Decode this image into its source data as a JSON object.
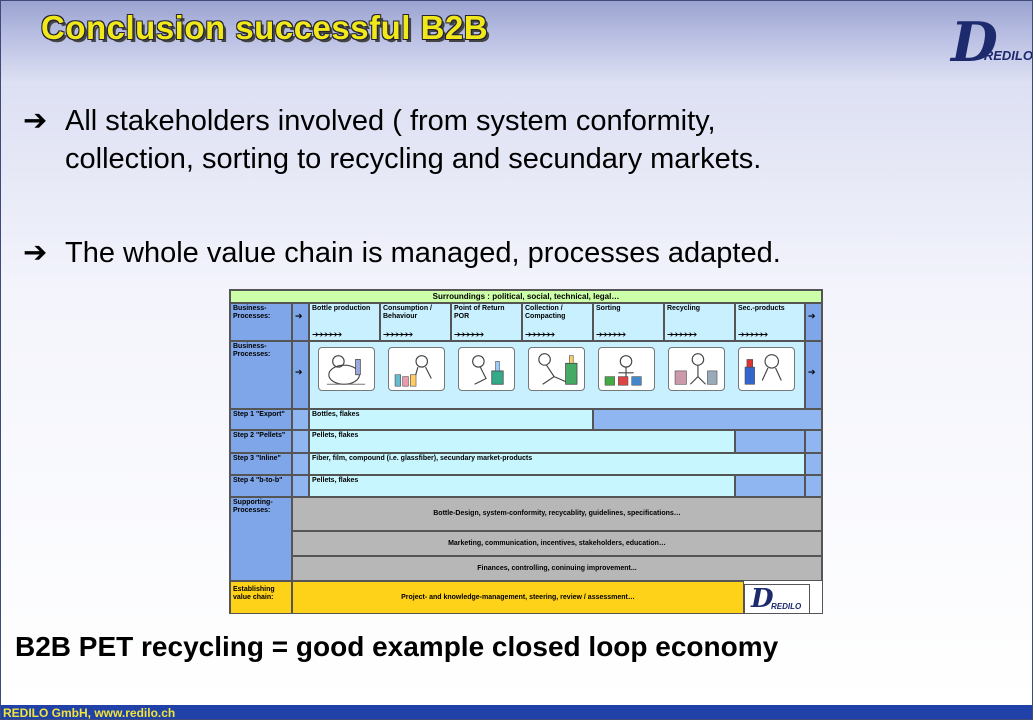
{
  "slide": {
    "title": "Conclusion successful B2B",
    "logo": {
      "mark": "D",
      "text": "REDILO"
    },
    "bullets": [
      {
        "line1": "All stakeholders involved ( from system conformity,",
        "line2": "collection, sorting to recycling and secundary markets."
      },
      {
        "line1": "The whole value chain is managed, processes adapted."
      }
    ],
    "arrow_glyph": "➔",
    "conclusion": "B2B PET recycling = good example closed loop economy",
    "footer": "REDILO GmbH, www.redilo.ch"
  },
  "diagram": {
    "surroundings": "Surroundings : political, social, technical, legal…",
    "row_labels": {
      "business_processes_1": "Business-Processes:",
      "business_processes_2": "Business-Processes:",
      "step1": "Step 1 \"Export\"",
      "step2": "Step 2 \"Pellets\"",
      "step3": "Step 3 \"Inline\"",
      "step4": "Step 4 \"b-to-b\"",
      "supporting": "Supporting-Processes:",
      "establishing": "Establishing value chain:"
    },
    "processes": [
      "Bottle production",
      "Consumption / Behaviour",
      "Point of Return POR",
      "Collection / Compacting",
      "Sorting",
      "Recycling",
      "Sec.-products"
    ],
    "chevrons": "➔➔➔➔➔➔",
    "arrow": "➔",
    "steps": {
      "step1": "Bottles, flakes",
      "step2": "Pellets, flakes",
      "step3": "Fiber, film, compound (i.e. glassfiber), secundary market-products",
      "step4": "Pellets, flakes"
    },
    "supporting": [
      "Bottle-Design, system-conformity, recycablity, guidelines, specifications…",
      "Marketing, communication, incentives, stakeholders, education…",
      "Finances, controlling, coninuing improvement..."
    ],
    "establishing": "Project- and knowledge-management,  steering, review / assessment…",
    "logo": {
      "mark": "D",
      "text": "REDILO"
    }
  }
}
